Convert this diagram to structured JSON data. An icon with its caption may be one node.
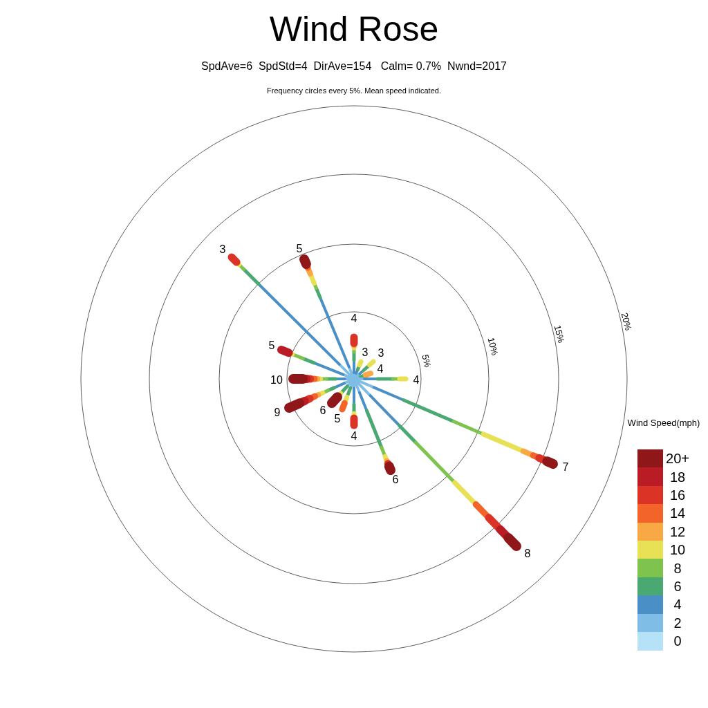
{
  "diagram": {
    "title": "Wind Rose",
    "labels": [
      "SpdAve=6  SpdStd=4  DirAve=154   Calm= 0.7%  Nwnd=2017",
      "Frequency circles every 5%. Mean speed indicated.",
      "3",
      "5",
      "4",
      "20%",
      "15%",
      "5",
      "10%",
      "3",
      "3",
      "5%",
      "4",
      "10",
      "4",
      "9",
      "6",
      "5",
      "Wind Speed(mph)",
      "4",
      "7",
      "6",
      "8"
    ],
    "legend": [
      {
        "text": "20+",
        "color": "#8f1619"
      },
      {
        "text": "18",
        "color": "#b91c24"
      },
      {
        "text": "16",
        "color": "#dc3327"
      },
      {
        "text": "14",
        "color": "#f26429"
      },
      {
        "text": "12",
        "color": "#f8a845"
      },
      {
        "text": "10",
        "color": "#e8e155"
      },
      {
        "text": "8",
        "color": "#7dc34d"
      },
      {
        "text": "6",
        "color": "#4aa873"
      },
      {
        "text": "4",
        "color": "#4a8fc6"
      },
      {
        "text": "2",
        "color": "#7fbde6"
      },
      {
        "text": "0",
        "color": "#b5e2f7"
      }
    ]
  }
}
